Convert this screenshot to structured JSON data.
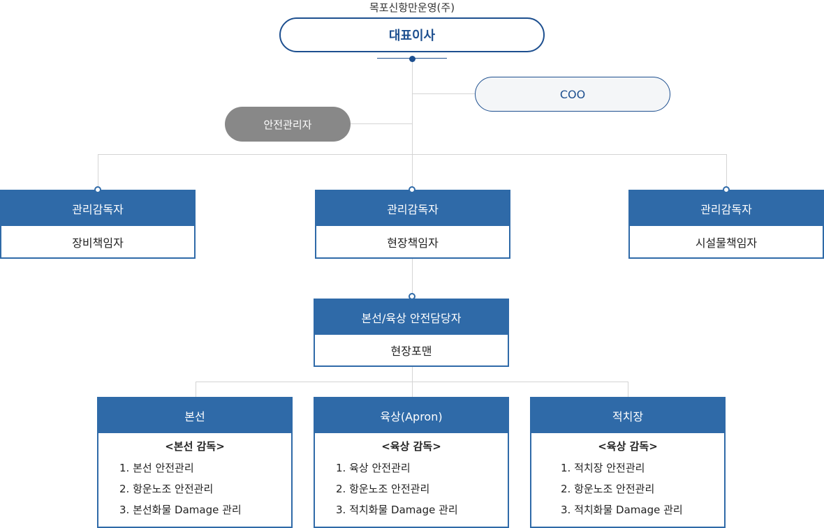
{
  "company": "목포신항만운영(주)",
  "ceo": "대표이사",
  "coo": "COO",
  "safety_manager": "안전관리자",
  "supervisors": [
    {
      "title": "관리감독자",
      "role": "장비책임자"
    },
    {
      "title": "관리감독자",
      "role": "현장책임자"
    },
    {
      "title": "관리감독자",
      "role": "시설물책임자"
    }
  ],
  "field_officer": {
    "title": "본선/육상 안전담당자",
    "role": "현장포맨"
  },
  "units": [
    {
      "title": "본선",
      "duty_title": "<본선 감독>",
      "duties": [
        "1. 본선 안전관리",
        "2. 항운노조 안전관리",
        "3. 본선화물 Damage 관리"
      ]
    },
    {
      "title": "육상(Apron)",
      "duty_title": "<육상 감독>",
      "duties": [
        "1. 육상 안전관리",
        "2. 항운노조 안전관리",
        "3. 적치화물 Damage 관리"
      ]
    },
    {
      "title": "적치장",
      "duty_title": "<육상 감독>",
      "duties": [
        "1. 적치장 안전관리",
        "2. 항운노조 안전관리",
        "3. 적치화물 Damage 관리"
      ]
    }
  ]
}
